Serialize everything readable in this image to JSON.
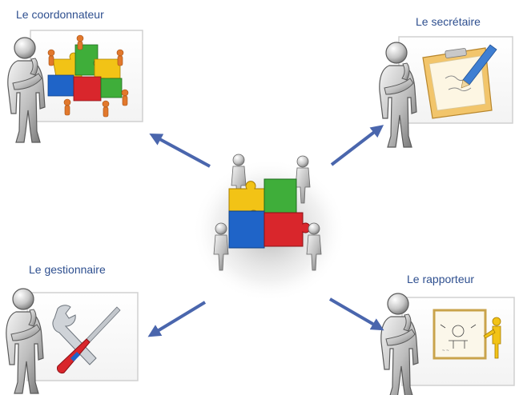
{
  "roles": {
    "coordinator": {
      "label": "Le coordonnateur",
      "icon": "puzzle-team-icon"
    },
    "secretary": {
      "label": "Le secrétaire",
      "icon": "clipboard-pen-icon"
    },
    "manager": {
      "label": "Le gestionnaire",
      "icon": "wrench-screwdriver-icon"
    },
    "reporter": {
      "label": "Le rapporteur",
      "icon": "presentation-board-icon"
    }
  },
  "center": {
    "icon": "team-holding-puzzle-icon"
  },
  "colors": {
    "label_text": "#2e4f8f",
    "arrow": "#4a66ad",
    "figure": "#bcbcbc",
    "puzzle_yellow": "#f2c316",
    "puzzle_green": "#3fae3a",
    "puzzle_blue": "#1f64c8",
    "puzzle_red": "#d9262c"
  }
}
